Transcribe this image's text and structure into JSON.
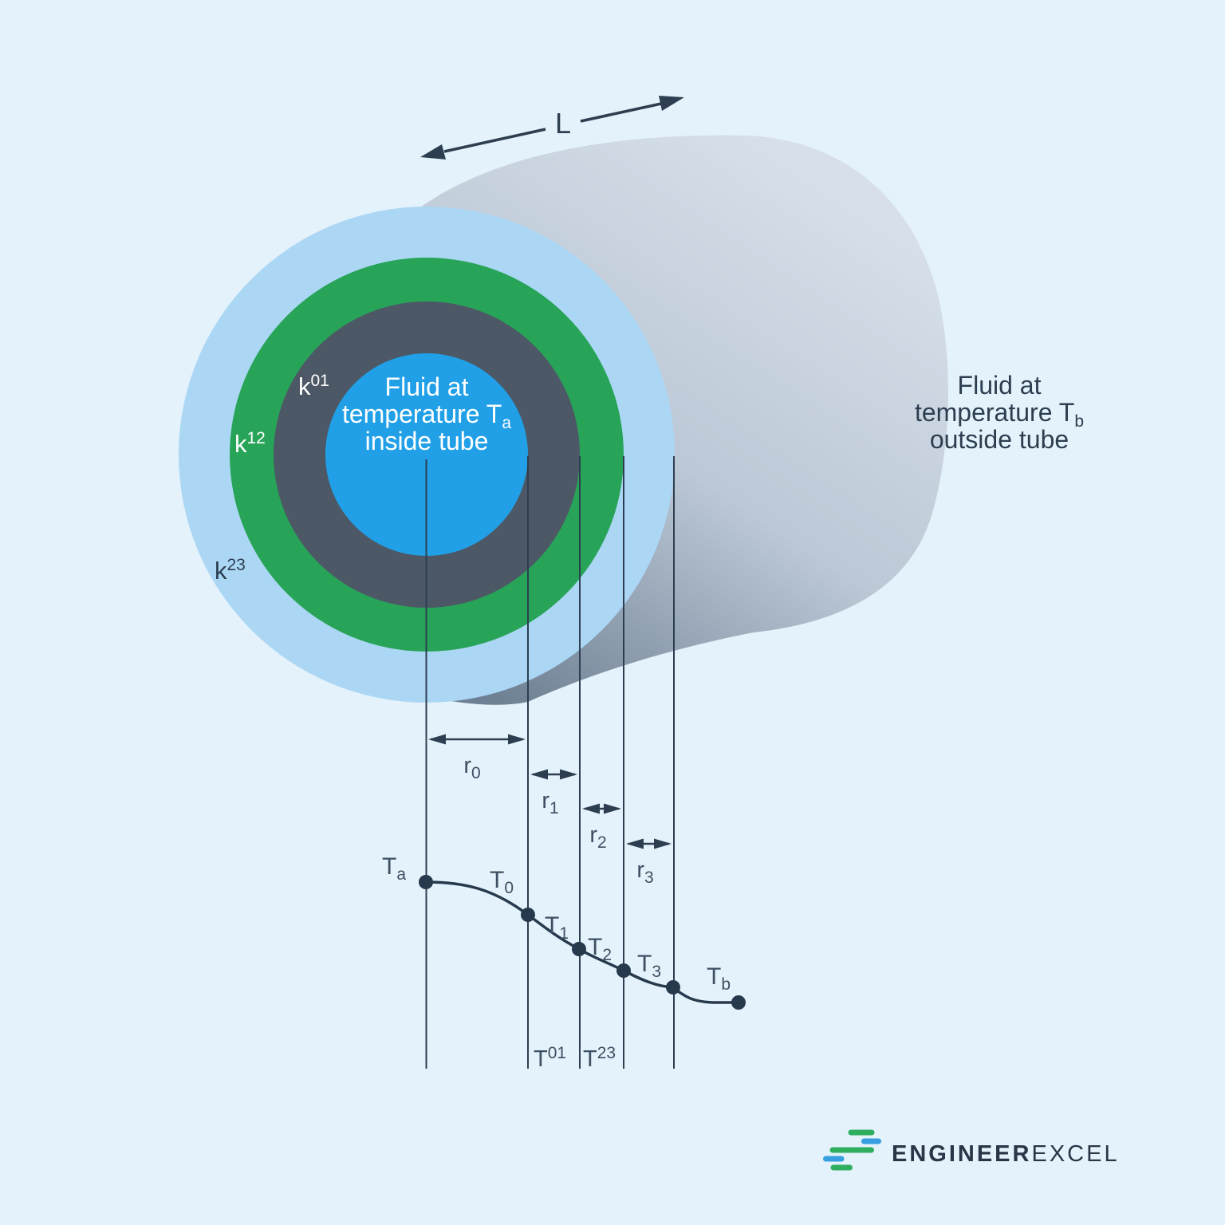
{
  "colors": {
    "background": "#E4F2FB",
    "inner_fluid": "#21A0E8",
    "wall_01": "#4C5866",
    "wall_12": "#28A458",
    "wall_23": "#ABD7F5",
    "cylinder_light": "#D7E0EA",
    "cylinder_mid": "#BCC8D6",
    "cylinder_dark": "#6E8093",
    "ink": "#2C3E50",
    "logo_green": "#2FAE60",
    "logo_blue": "#379FE0"
  },
  "labels": {
    "length": "L",
    "inner_fluid": {
      "line1": "Fluid at",
      "line2_base": "temperature T",
      "line2_sub": "a",
      "line3": "inside tube"
    },
    "outer_fluid": {
      "line1": "Fluid at",
      "line2_base": "temperature T",
      "line2_sub": "b",
      "line3": "outside tube"
    },
    "conductivities": [
      {
        "base": "k",
        "sup": "01"
      },
      {
        "base": "k",
        "sup": "12"
      },
      {
        "base": "k",
        "sup": "23"
      }
    ],
    "radii": [
      {
        "base": "r",
        "sub": "0"
      },
      {
        "base": "r",
        "sub": "1"
      },
      {
        "base": "r",
        "sub": "2"
      },
      {
        "base": "r",
        "sub": "3"
      }
    ],
    "temperatures": [
      {
        "base": "T",
        "sub": "a"
      },
      {
        "base": "T",
        "sub": "0"
      },
      {
        "base": "T",
        "sub": "1"
      },
      {
        "base": "T",
        "sub": "2"
      },
      {
        "base": "T",
        "sub": "3"
      },
      {
        "base": "T",
        "sub": "b"
      }
    ],
    "interfaces": [
      {
        "base": "T",
        "sup": "01"
      },
      {
        "base": "T",
        "sup": "23"
      }
    ]
  },
  "logo": {
    "name_bold": "ENGINEER",
    "name_light": "EXCEL"
  }
}
